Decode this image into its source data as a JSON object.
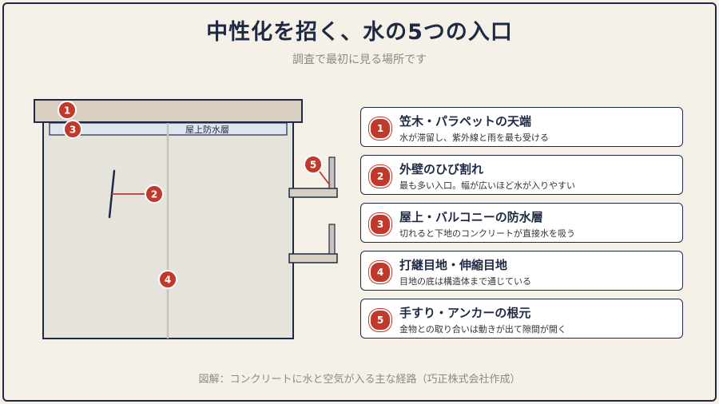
{
  "title": "中性化を招く、水の5つの入口",
  "subtitle": "調査で最初に見る場所です",
  "diagram": {
    "waterproof_label": "屋上防水層",
    "markers": [
      "1",
      "2",
      "3",
      "4",
      "5"
    ]
  },
  "entries": [
    {
      "num": "1",
      "title": "笠木・パラペットの天端",
      "desc": "水が滞留し、紫外線と雨を最も受ける"
    },
    {
      "num": "2",
      "title": "外壁のひび割れ",
      "desc": "最も多い入口。幅が広いほど水が入りやすい"
    },
    {
      "num": "3",
      "title": "屋上・バルコニーの防水層",
      "desc": "切れると下地のコンクリートが直接水を吸う"
    },
    {
      "num": "4",
      "title": "打継目地・伸縮目地",
      "desc": "目地の底は構造体まで通じている"
    },
    {
      "num": "5",
      "title": "手すり・アンカーの根元",
      "desc": "金物との取り合いは動きが出て隙間が開く"
    }
  ],
  "footer": "図解：コンクリートに水と空気が入る主な経路（巧正株式会社作成）",
  "colors": {
    "background": "#f5f1e8",
    "navy": "#1e2a44",
    "accent_red": "#c0392b",
    "wall": "#e6e3dc",
    "coping": "#d8cfc0",
    "waterproof": "#dde6ee"
  }
}
